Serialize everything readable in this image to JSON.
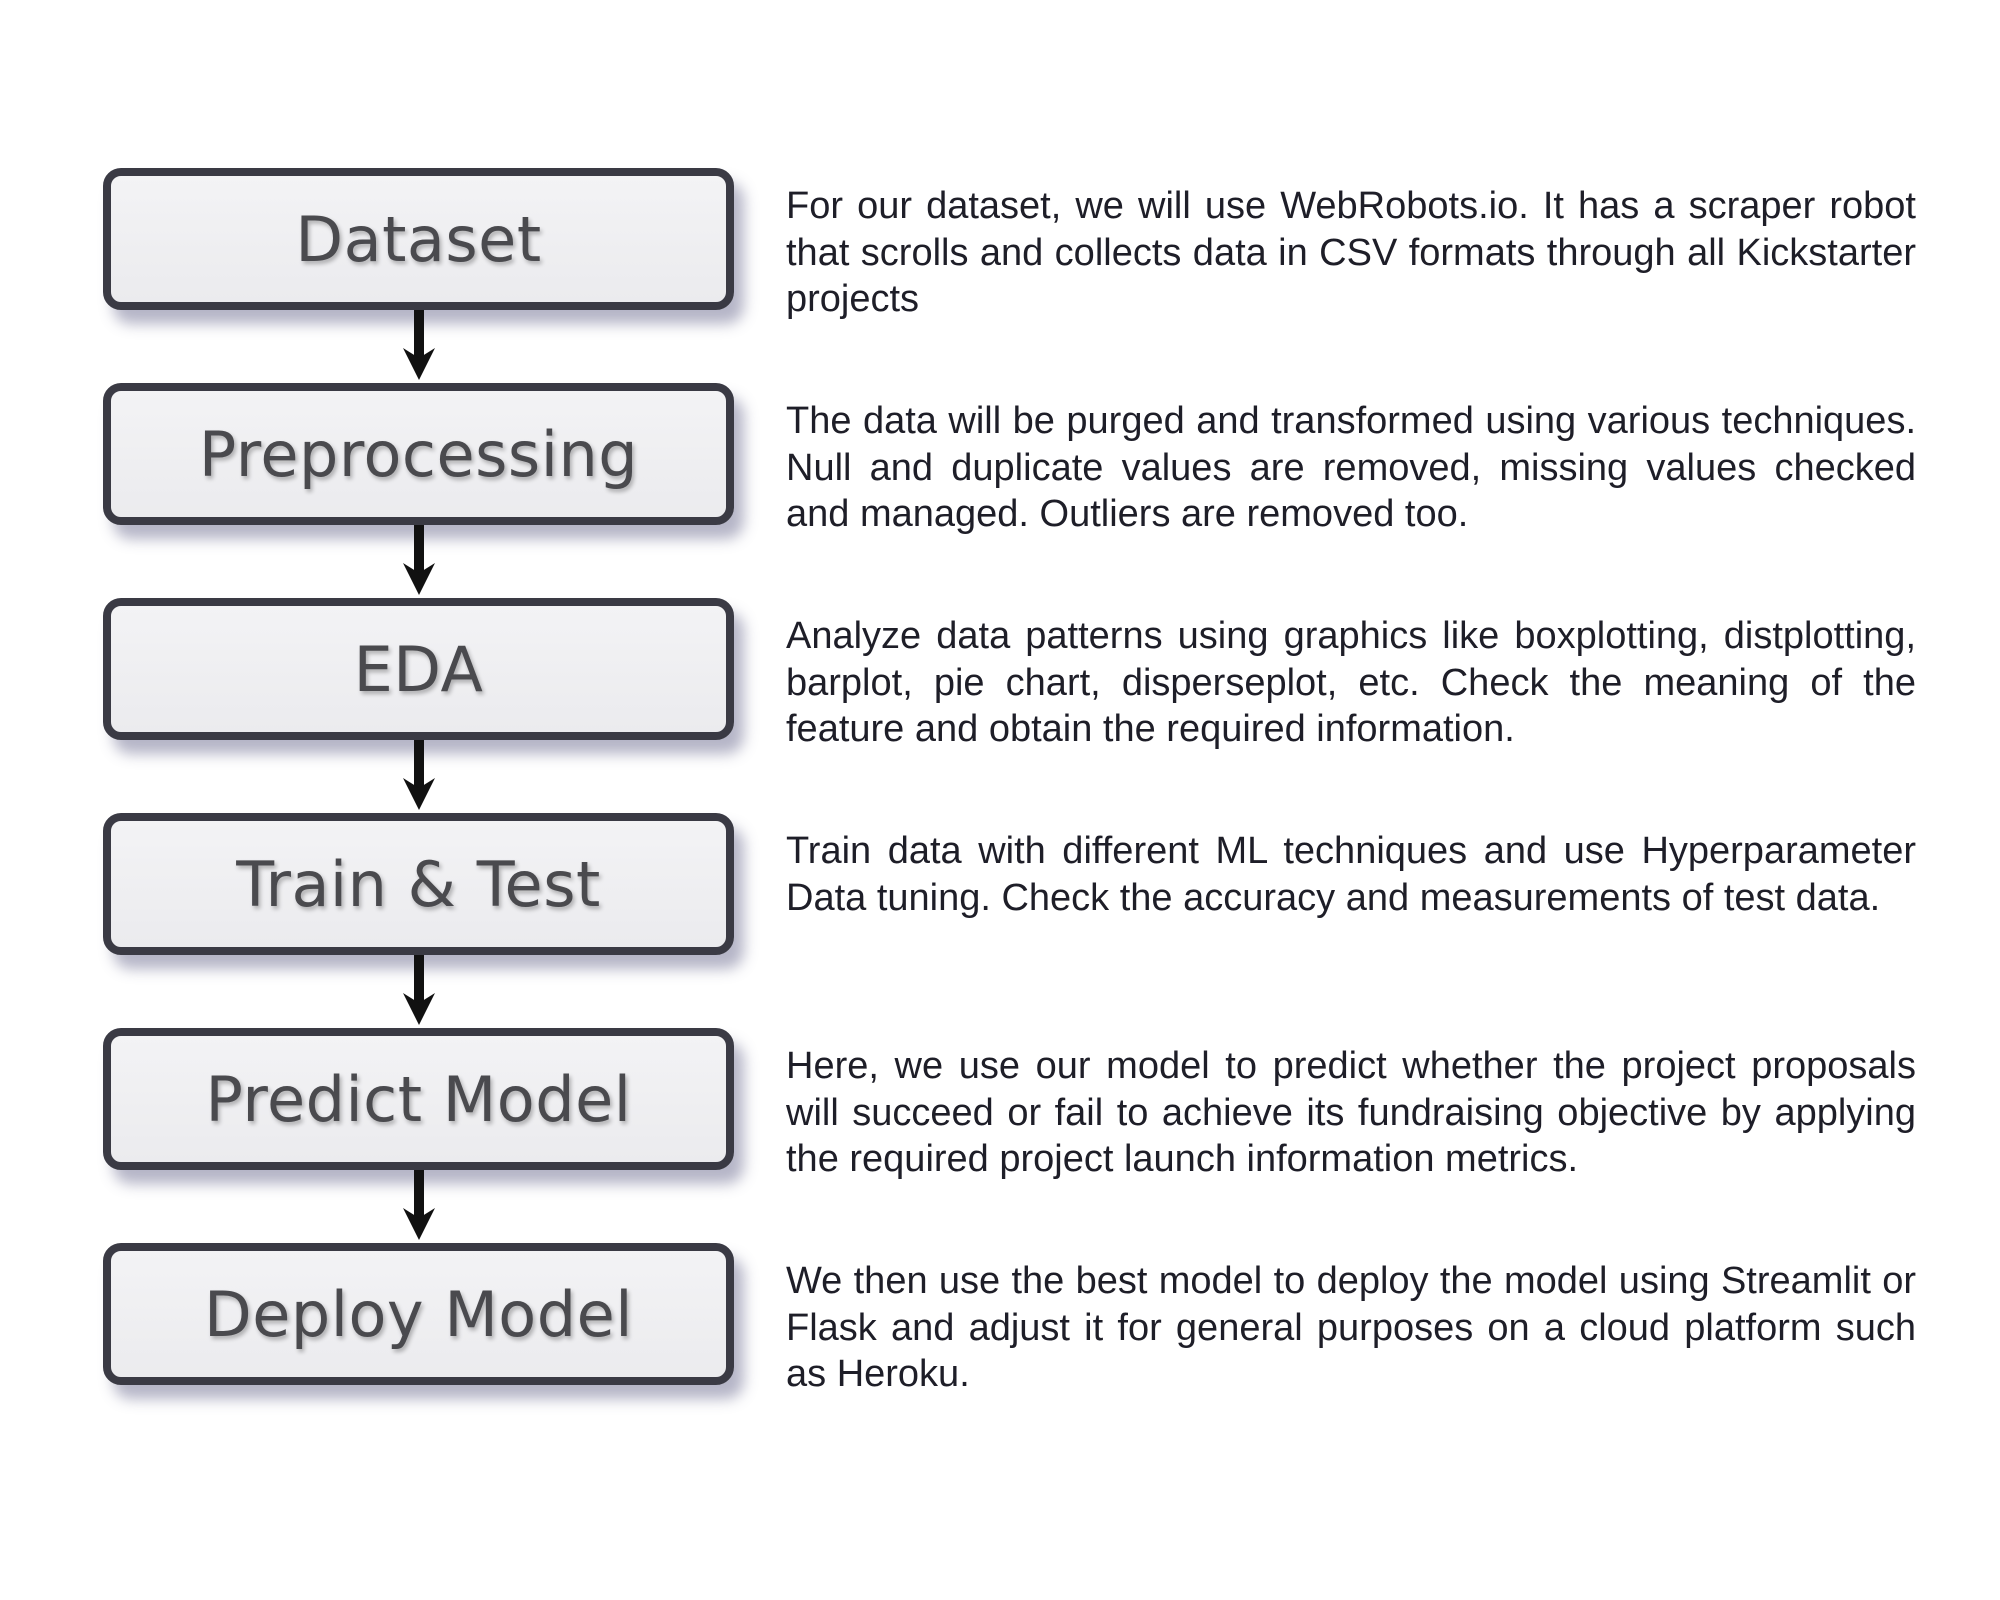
{
  "diagram": {
    "steps": [
      {
        "label": "Dataset",
        "description": "For our dataset, we will use WebRobots.io. It has a scraper robot that scrolls and collects data in CSV formats through all Kickstarter projects"
      },
      {
        "label": "Preprocessing",
        "description": "The data will be purged and transformed using various techniques. Null and duplicate values are removed, missing values checked and managed. Outliers are removed too."
      },
      {
        "label": "EDA",
        "description": "Analyze data patterns using graphics like boxplotting, distplotting, barplot, pie chart, disperseplot, etc. Check the meaning of the feature and obtain the required information."
      },
      {
        "label": "Train & Test",
        "description": "Train data with different ML techniques and use Hyperparameter Data tuning. Check the accuracy and measurements of test data."
      },
      {
        "label": "Predict Model",
        "description": "Here, we use our model to predict whether the project proposals will succeed or fail to achieve its fundraising objective by applying the required project launch information metrics."
      },
      {
        "label": "Deploy Model",
        "description": "We then use the best model to deploy the model using Streamlit or Flask and adjust it for general purposes on a cloud platform such as Heroku."
      }
    ],
    "colors": {
      "box_border": "#3a3a44",
      "box_fill": "#eeeef0",
      "box_text": "#4a4a4e",
      "arrow": "#111111",
      "description_text": "#1e1e28"
    }
  }
}
